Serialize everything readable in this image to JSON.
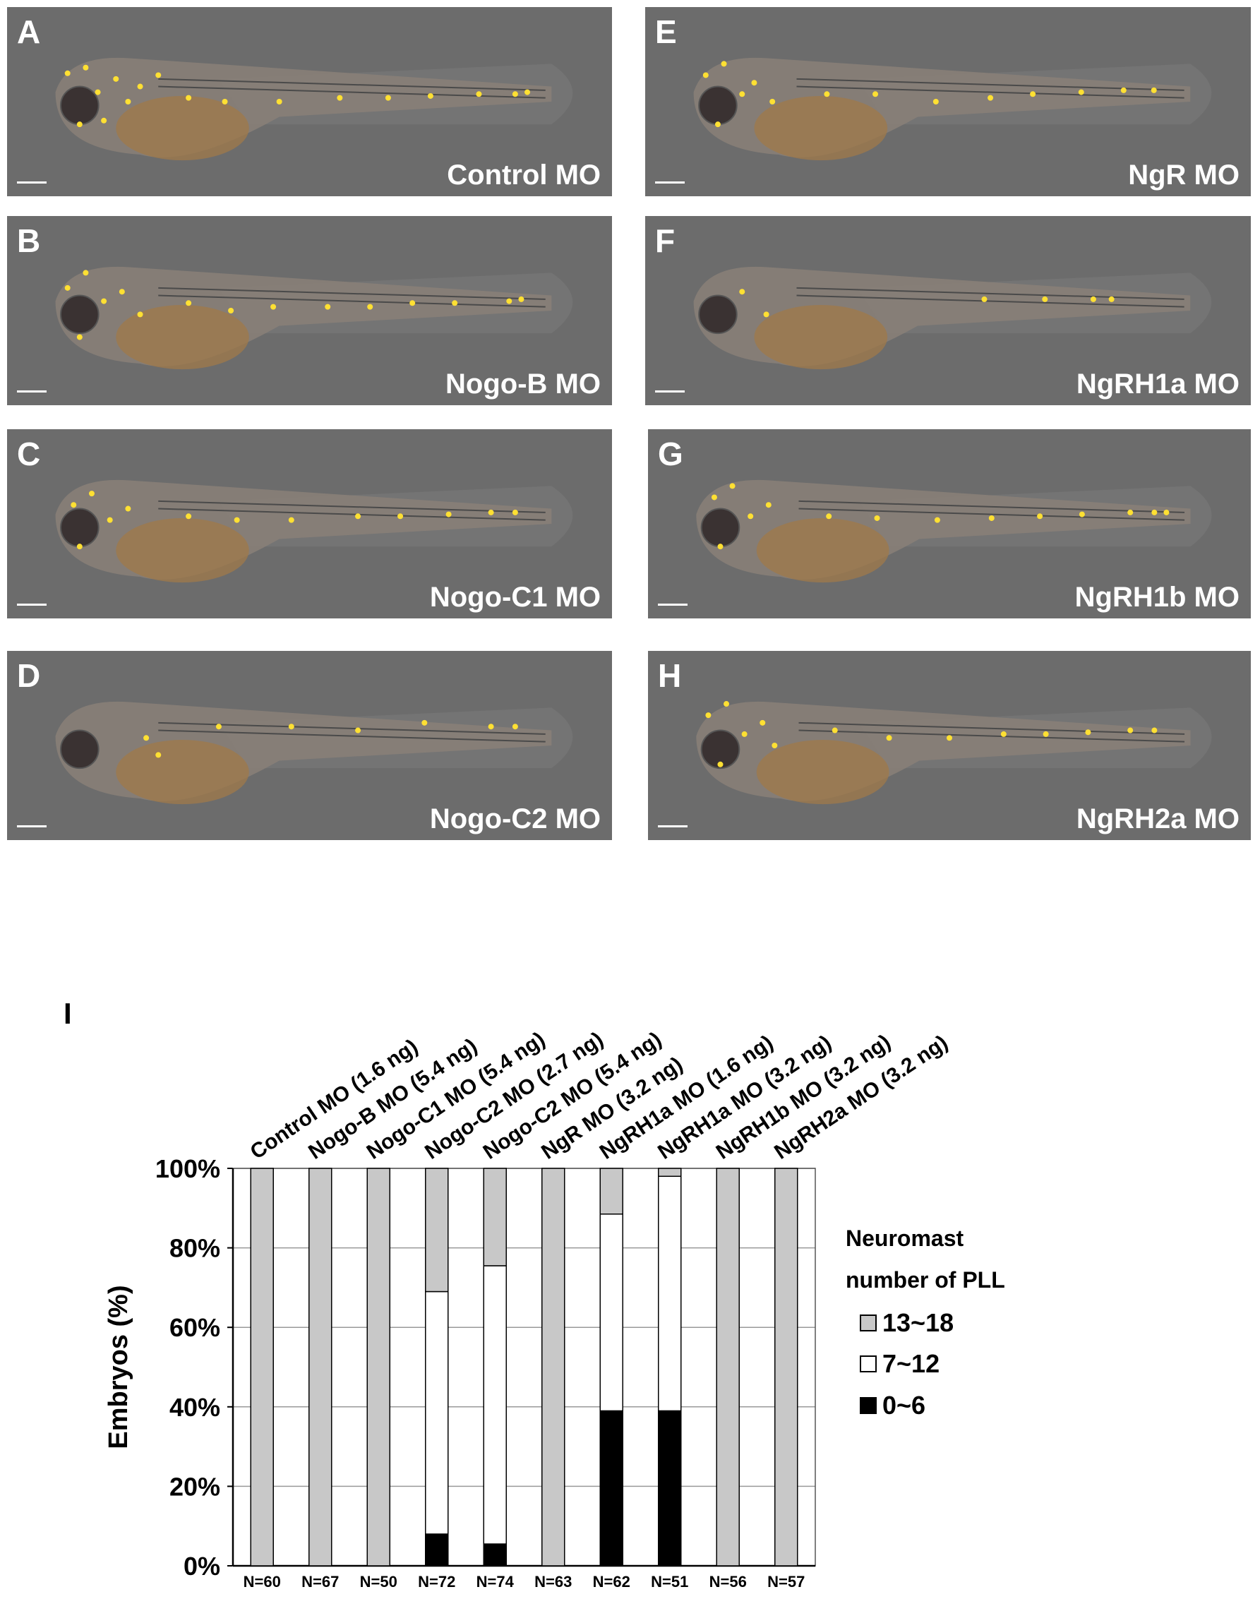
{
  "panels": [
    {
      "letter": "A",
      "caption": "Control MO"
    },
    {
      "letter": "B",
      "caption": "Nogo-B MO"
    },
    {
      "letter": "C",
      "caption": "Nogo-C1 MO"
    },
    {
      "letter": "D",
      "caption": "Nogo-C2 MO"
    },
    {
      "letter": "E",
      "caption": "NgR MO"
    },
    {
      "letter": "F",
      "caption": "NgRH1a MO"
    },
    {
      "letter": "G",
      "caption": "NgRH1b MO"
    },
    {
      "letter": "H",
      "caption": "NgRH2a MO"
    }
  ],
  "colors": {
    "panel_background": "#6c6c6c",
    "neuromast": "#ffe033",
    "category_13_18": "#c8c8c8",
    "category_7_12": "#ffffff",
    "category_0_6": "#000000"
  },
  "chart_panel_letter": "I",
  "legend": {
    "title_line1": "Neuromast",
    "title_line2": "number of PLL",
    "items": [
      "13~18",
      "7~12",
      "0~6"
    ]
  },
  "chart_data": {
    "type": "bar",
    "stacked": true,
    "ylabel": "Embryos (%)",
    "ylim": [
      0,
      100
    ],
    "yticks": [
      "0%",
      "20%",
      "40%",
      "60%",
      "80%",
      "100%"
    ],
    "grid": true,
    "legend_position": "right",
    "categories": [
      "Control MO (1.6 ng)",
      "Nogo-B MO (5.4 ng)",
      "Nogo-C1 MO (5.4 ng)",
      "Nogo-C2 MO (2.7 ng)",
      "Nogo-C2 MO (5.4 ng)",
      "NgR MO (3.2 ng)",
      "NgRH1a MO (1.6 ng)",
      "NgRH1a MO (3.2 ng)",
      "NgRH1b MO (3.2 ng)",
      "NgRH2a MO (3.2 ng)"
    ],
    "n_labels": [
      "N=60",
      "N=67",
      "N=50",
      "N=72",
      "N=74",
      "N=63",
      "N=62",
      "N=51",
      "N=56",
      "N=57"
    ],
    "series": [
      {
        "name": "0~6",
        "values": [
          0,
          0,
          0,
          8,
          5.5,
          0,
          39,
          39,
          0,
          0
        ]
      },
      {
        "name": "7~12",
        "values": [
          0,
          0,
          0,
          61,
          70,
          0,
          49.5,
          59,
          0,
          0
        ]
      },
      {
        "name": "13~18",
        "values": [
          100,
          100,
          100,
          31,
          24.5,
          100,
          11.5,
          2,
          100,
          100
        ]
      }
    ]
  }
}
